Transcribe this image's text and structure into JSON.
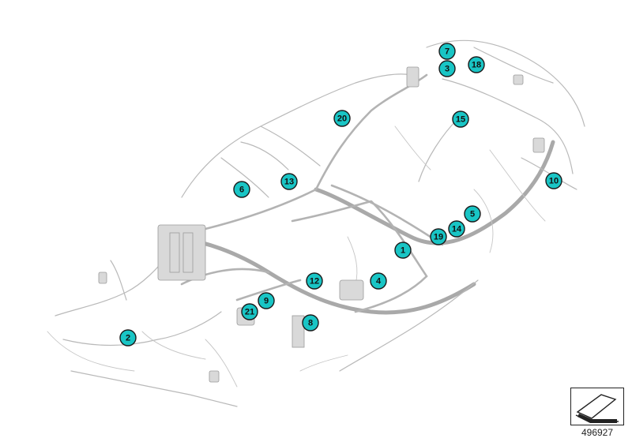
{
  "callouts": [
    {
      "label": "1"
    },
    {
      "label": "2"
    },
    {
      "label": "3"
    },
    {
      "label": "4"
    },
    {
      "label": "5"
    },
    {
      "label": "6"
    },
    {
      "label": "7"
    },
    {
      "label": "8"
    },
    {
      "label": "9"
    },
    {
      "label": "10"
    },
    {
      "label": "12"
    },
    {
      "label": "13"
    },
    {
      "label": "14"
    },
    {
      "label": "15"
    },
    {
      "label": "18"
    },
    {
      "label": "19"
    },
    {
      "label": "20"
    },
    {
      "label": "21"
    }
  ],
  "reference_number": "496927",
  "colors": {
    "callout_fill": "#19c5c5",
    "wire": "#b9b9b9",
    "outline": "#1a1a1a"
  },
  "icons": {
    "reference": "car-section-arrow-icon"
  }
}
